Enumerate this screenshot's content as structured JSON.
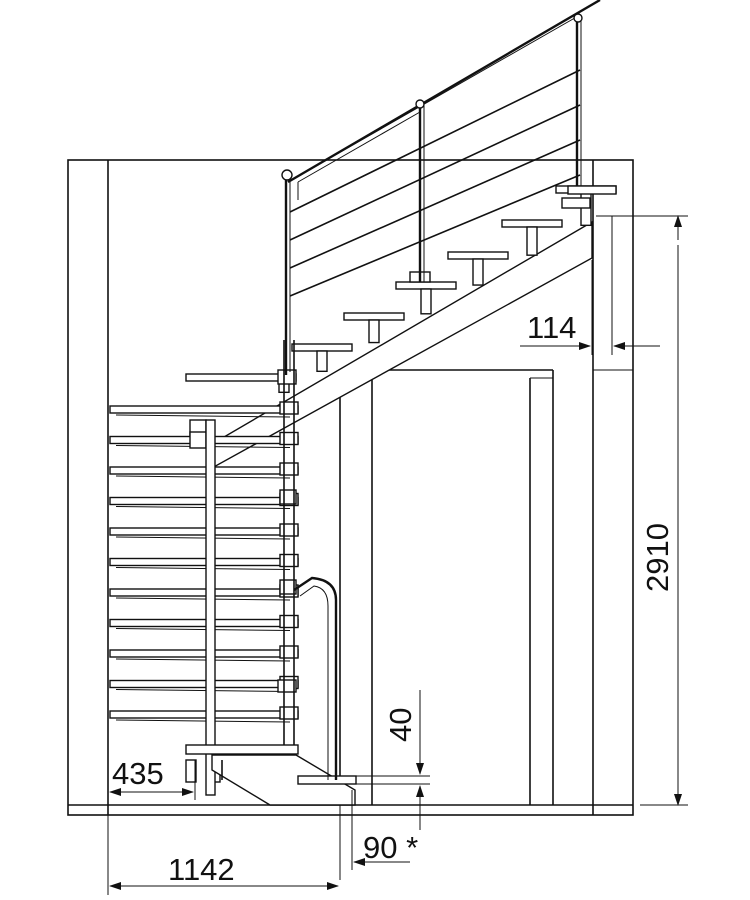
{
  "drawing": {
    "dimensions": {
      "overall_height": "2910",
      "top_offset": "114",
      "bottom_gap": "40",
      "post_offset": "90 *",
      "bottom_width": "1142",
      "left_offset": "435"
    }
  }
}
